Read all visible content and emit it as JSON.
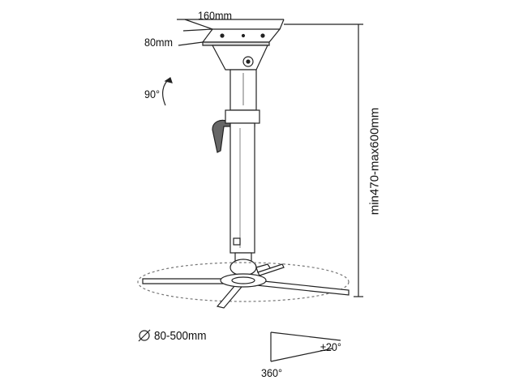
{
  "labels": {
    "width": "160mm",
    "depth": "80mm",
    "tilt": "90°",
    "diameter": "80-500mm",
    "height_range": "min470-max600mm",
    "swivel": "360°",
    "tilt_range": "±20°"
  },
  "icons": {
    "diameter_symbol": "diameter-icon"
  }
}
